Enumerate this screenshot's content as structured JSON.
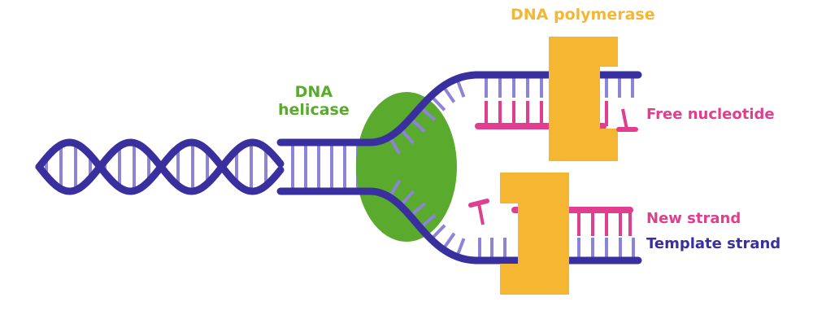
{
  "colors": {
    "template": "#3a2f9f",
    "rung": "#8c84d6",
    "new_strand": "#e03e8f",
    "helicase": "#5aaa2e",
    "polymerase": "#f5b731"
  },
  "labels": {
    "helicase_line1": "DNA",
    "helicase_line2": "helicase",
    "polymerase": "DNA polymerase",
    "free_nucleotide": "Free nucleotide",
    "new_strand": "New strand",
    "template_strand": "Template strand"
  }
}
